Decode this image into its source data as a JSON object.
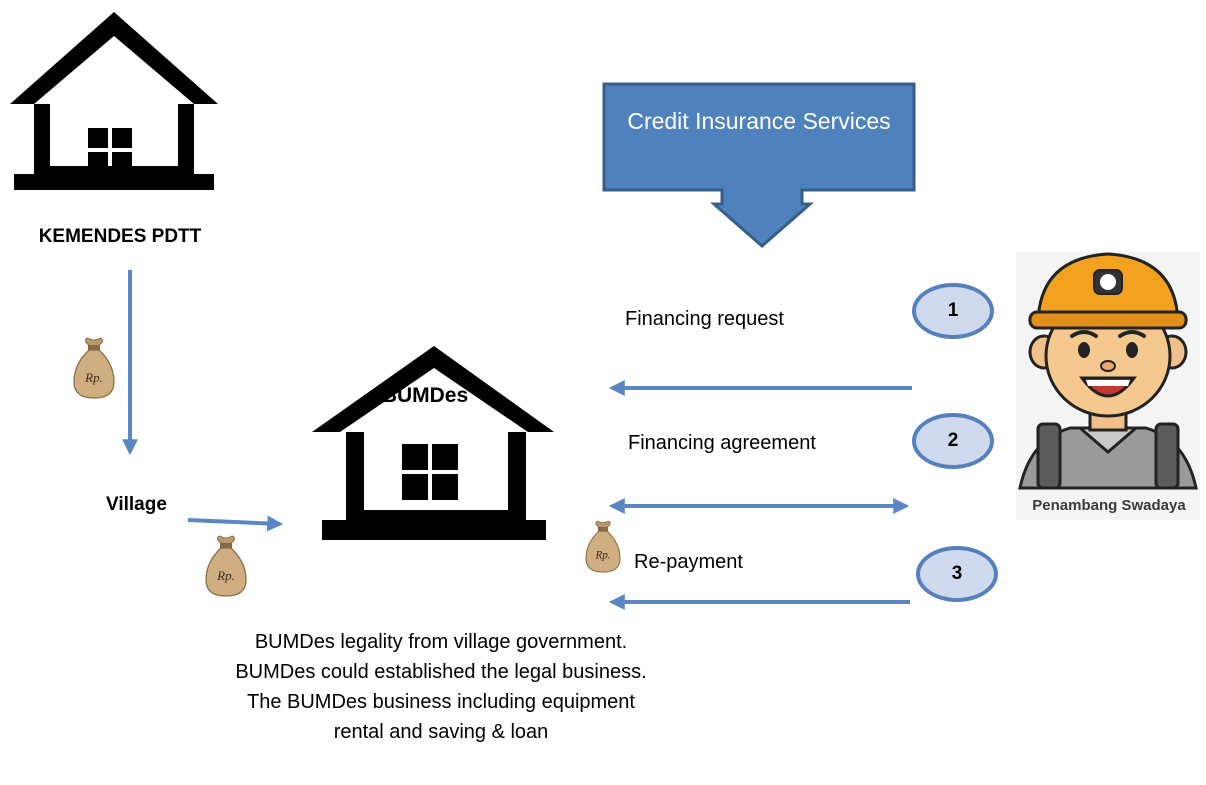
{
  "agency": {
    "label": "KEMENDES PDTT"
  },
  "village": {
    "label": "Village"
  },
  "bumdes": {
    "sign": "BUMDes"
  },
  "credit_insurance": {
    "label": "Credit Insurance Services"
  },
  "miner": {
    "caption": "Penambang Swadaya"
  },
  "money_bag": {
    "text": "Rp."
  },
  "steps": [
    {
      "number": "1",
      "label": "Financing request"
    },
    {
      "number": "2",
      "label": "Financing agreement"
    },
    {
      "number": "3",
      "label": "Re-payment"
    }
  ],
  "description": "BUMDes legality from village government. BUMDes could established the legal business. The BUMDes business including equipment rental and saving & loan",
  "colors": {
    "arrow": "#5b86c4",
    "callout_fill": "#4f81bd",
    "callout_border": "#385d8a",
    "circle_fill": "#cfdaee",
    "circle_border": "#5580bd",
    "building": "#000000",
    "money_bag": "#c9a87c"
  }
}
